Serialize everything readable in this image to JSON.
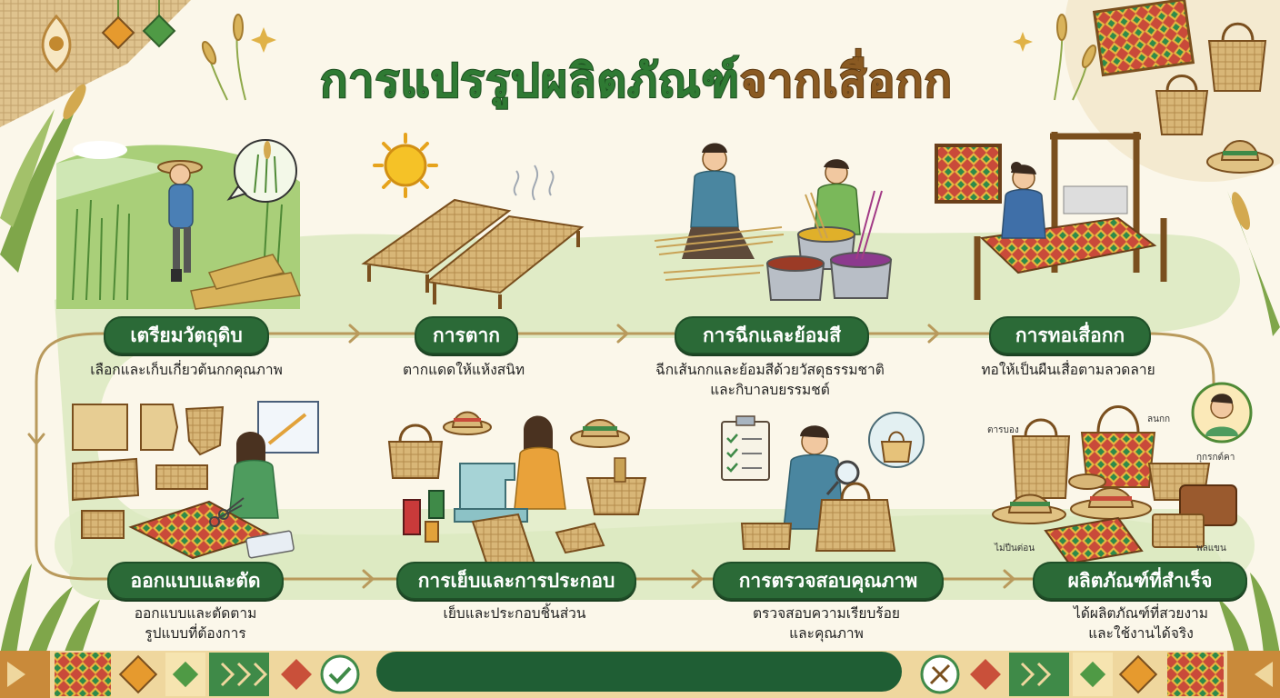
{
  "title": {
    "part1": "การแปรรูปผลิตภัณฑ์",
    "part2": "จากเสื่อกก"
  },
  "steps": [
    {
      "title": "เตรียมวัตถุดิบ",
      "desc": "เลือกและเก็บเกี่ยวต้นกกคุณภาพ"
    },
    {
      "title": "การตาก",
      "desc": "ตากแดดให้แห้งสนิท"
    },
    {
      "title": "การฉีกและย้อมสี",
      "desc": "ฉีกเส้นกกและย้อมสีด้วยวัสดุธรรมชาติ",
      "desc2": "และกิบาลบยรรมชต์"
    },
    {
      "title": "การทอเสื่อกก",
      "desc": "ทอให้เป็นผืนเสื่อตามลวดลาย"
    },
    {
      "title": "ออกแบบและตัด",
      "desc": "ออกแบบและตัดตาม",
      "desc2": "รูปแบบที่ต้องการ"
    },
    {
      "title": "การเย็บและการประกอบ",
      "desc": "เย็บและประกอบชิ้นส่วน"
    },
    {
      "title": "การตรวจสอบคุณภาพ",
      "desc": "ตรวจสอบความเรียบร้อย",
      "desc2": "และคุณภาพ"
    },
    {
      "title": "ผลิตภัณฑ์ที่สำเร็จ",
      "desc": "ได้ผลิตภัณฑ์ที่สวยงาม",
      "desc2": "และใช้งานได้จริง"
    }
  ],
  "product_labels": {
    "top_left": "ตารบอง",
    "top_right": "ลนกก",
    "right": "กุกรกต์คา",
    "bottom_left": "ไม่ปีนต่อน",
    "bottom_right": "พลแขน"
  },
  "colors": {
    "pill": "#2b6a37",
    "path": "#d9e8bf",
    "arrow": "#b99a5c",
    "title_green": "#2f7a33",
    "title_brown": "#8a5a22",
    "background": "#fbf7ea"
  },
  "icons": [
    "sun-icon",
    "check-icon",
    "tools-icon",
    "person-icon",
    "bag-icon",
    "clipboard-icon"
  ]
}
